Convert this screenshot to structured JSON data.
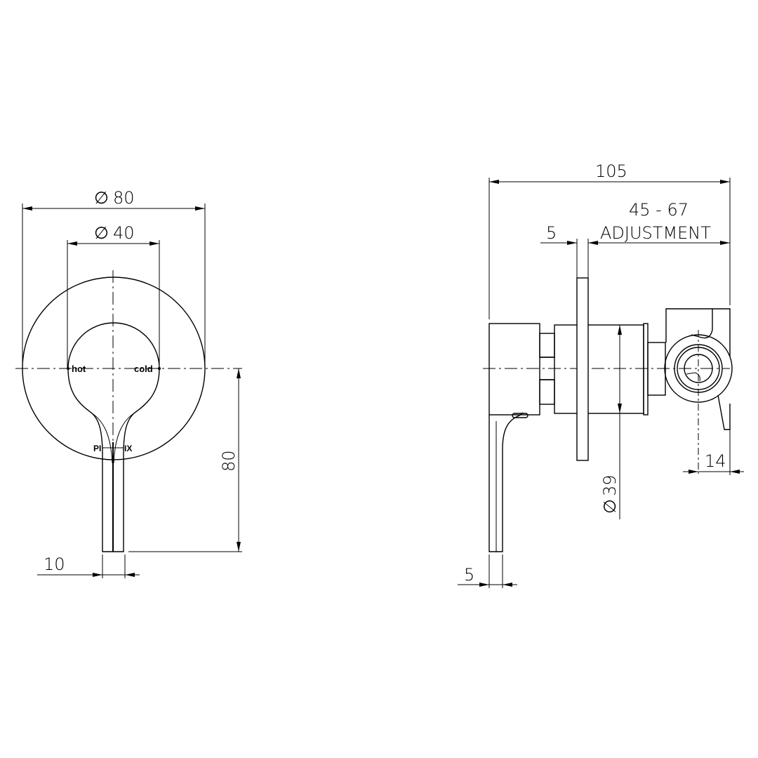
{
  "front_view": {
    "outer_diameter": {
      "symbol": "∅",
      "value": "80"
    },
    "inner_diameter": {
      "symbol": "∅",
      "value": "40"
    },
    "hot_label": "hot",
    "cold_label": "cold",
    "brand_left": "PI",
    "brand_right": "IX",
    "lever_height": "80",
    "lever_width": "10"
  },
  "side_view": {
    "overall_length": "105",
    "adjustment_range": "45 - 67",
    "adjustment_label": "ADJUSTMENT",
    "plate_thickness": "5",
    "body_diameter": {
      "symbol": "∅",
      "value": "39"
    },
    "outlet_offset": "14",
    "lever_thickness": "5"
  }
}
